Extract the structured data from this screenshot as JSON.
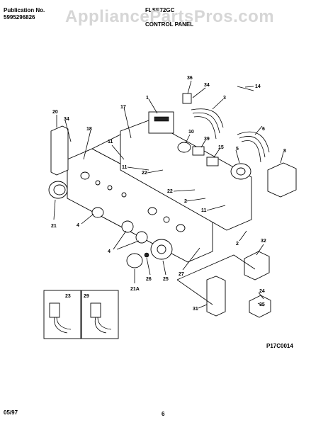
{
  "header": {
    "publication_label": "Publication No.",
    "publication_number": "5995296826",
    "model": "FLSE72GC",
    "section_title": "CONTROL PANEL"
  },
  "watermark": "AppliancePartsPros.com",
  "diagram_code": "P17C0014",
  "footer": {
    "date": "05/97",
    "page": "6"
  },
  "callouts": {
    "c1": "1",
    "c2a": "2",
    "c2b": "2",
    "c3": "3",
    "c4": "4",
    "c4b": "4",
    "c5": "5",
    "c6": "6",
    "c8": "8",
    "c10": "10",
    "c11a": "11",
    "c11b": "11",
    "c11c": "11",
    "c14": "14",
    "c15": "15",
    "c17": "17",
    "c18": "18",
    "c20": "20",
    "c21": "21",
    "c21a": "21A",
    "c22a": "22",
    "c22b": "22",
    "c23": "23",
    "c24": "24",
    "c25": "25",
    "c26": "26",
    "c27": "27",
    "c29": "29",
    "c31": "31",
    "c32": "32",
    "c34a": "34",
    "c34b": "34",
    "c35": "35",
    "c36": "36",
    "c39": "39"
  }
}
